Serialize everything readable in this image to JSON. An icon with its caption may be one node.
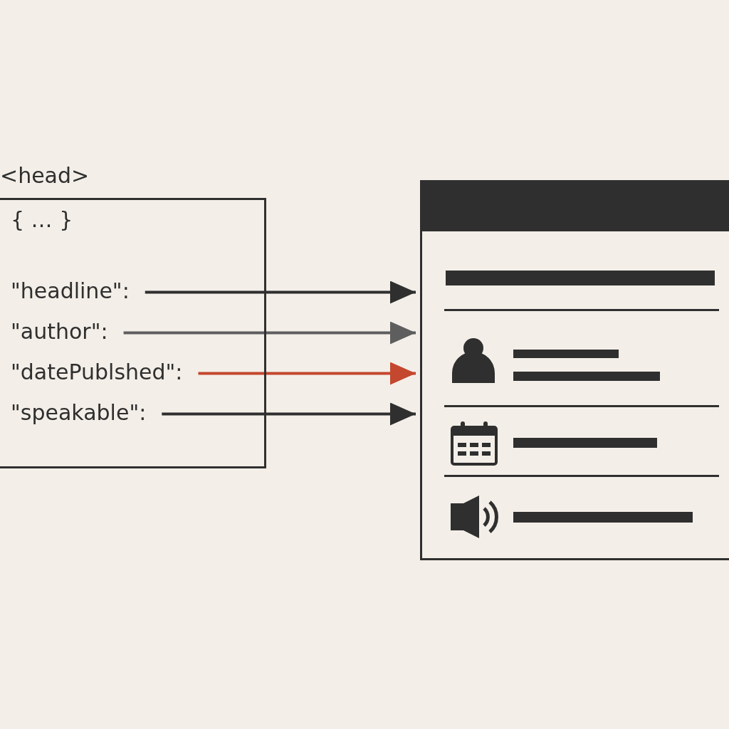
{
  "diagram": {
    "nodes": [
      {
        "text": [
          "<head>",
          "{ … }"
        ]
      },
      {
        "text": [
          "\"headline\":"
        ],
        "in": 0
      },
      {
        "text": [
          "\"author\":"
        ],
        "in": 0
      },
      {
        "text": [
          "\"datePublshed\":"
        ],
        "in": 0
      },
      {
        "text": [
          "\"speakable\":"
        ],
        "in": 0
      },
      {
        "text": [],
        "shape": "box"
      }
    ],
    "edges": [
      {
        "from": 1,
        "to": 5,
        "arrow": "to"
      },
      {
        "from": 2,
        "to": 5,
        "arrow": "to",
        "color": "#5e5e5e"
      },
      {
        "from": 3,
        "to": 5,
        "arrow": "to",
        "color": "#c4472f"
      },
      {
        "from": 4,
        "to": 5,
        "arrow": "to"
      }
    ]
  }
}
